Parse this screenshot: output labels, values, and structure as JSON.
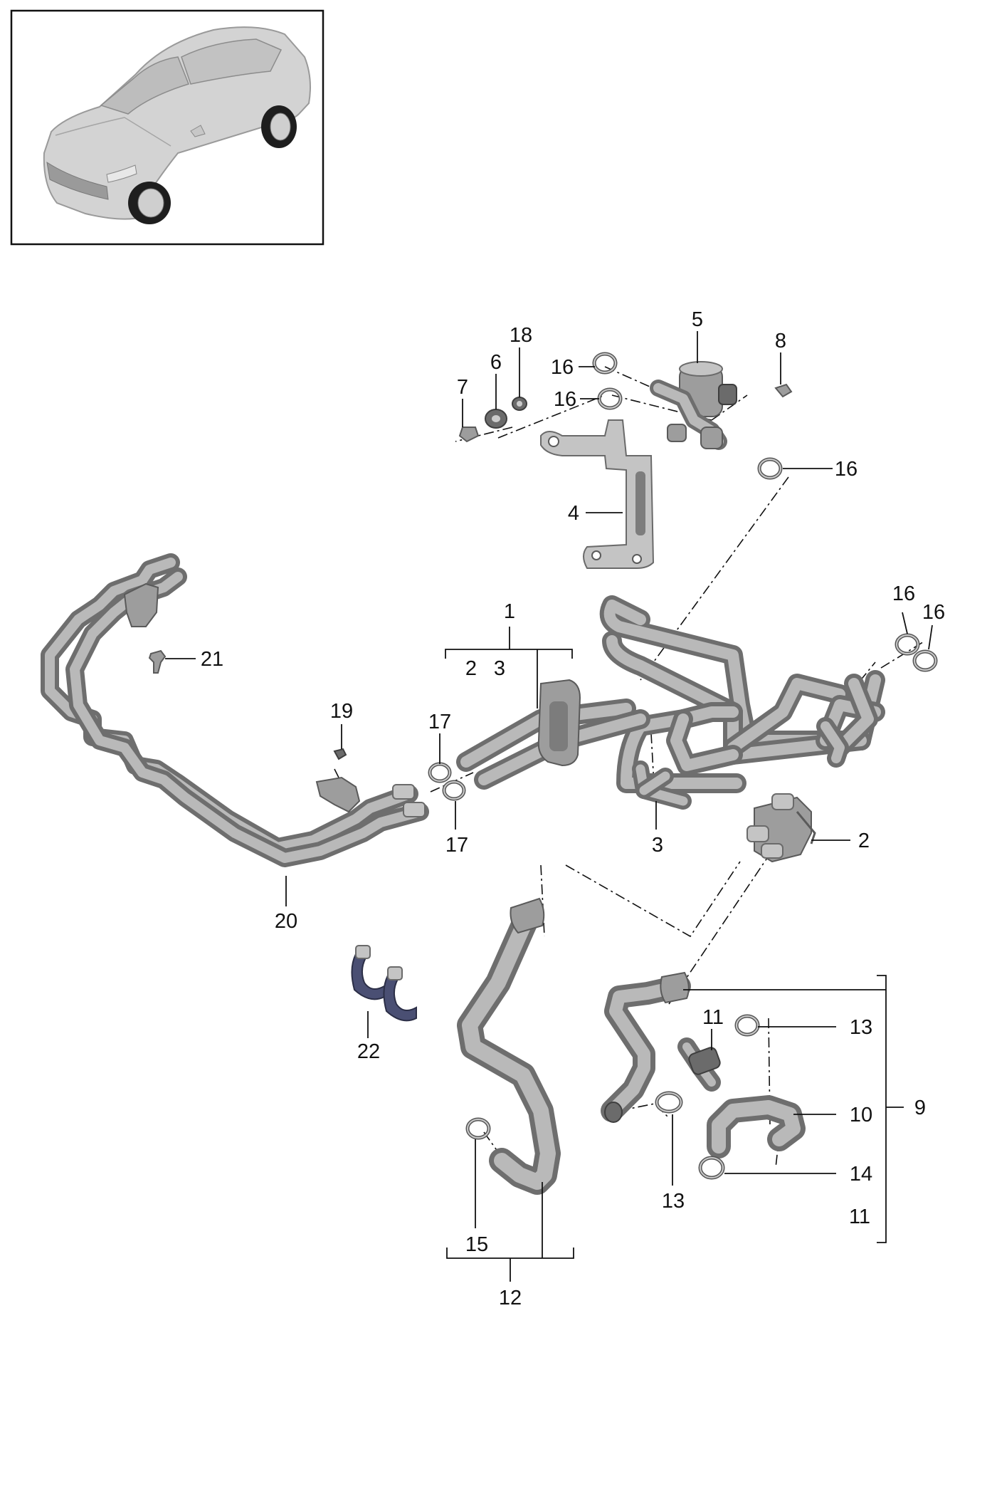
{
  "callouts": {
    "c1": "1",
    "c2": "2",
    "c2b": "2",
    "c3": "3",
    "c3b": "3",
    "c4": "4",
    "c5": "5",
    "c6": "6",
    "c7": "7",
    "c8": "8",
    "c9": "9",
    "c10": "10",
    "c11a": "11",
    "c11b": "11",
    "c12": "12",
    "c13a": "13",
    "c13b": "13",
    "c14": "14",
    "c15": "15",
    "c16a": "16",
    "c16b": "16",
    "c16c": "16",
    "c16d": "16",
    "c16e": "16",
    "c17a": "17",
    "c17b": "17",
    "c18": "18",
    "c19": "19",
    "c20": "20",
    "c21": "21",
    "c22": "22"
  },
  "colors": {
    "pipe_outline": "#6e6e6e",
    "pipe_fill": "#b9b9b9",
    "car_body": "#d3d3d3",
    "clamp_accent": "#4a4f73"
  },
  "icons": {
    "thumbnail": "car-icon"
  }
}
